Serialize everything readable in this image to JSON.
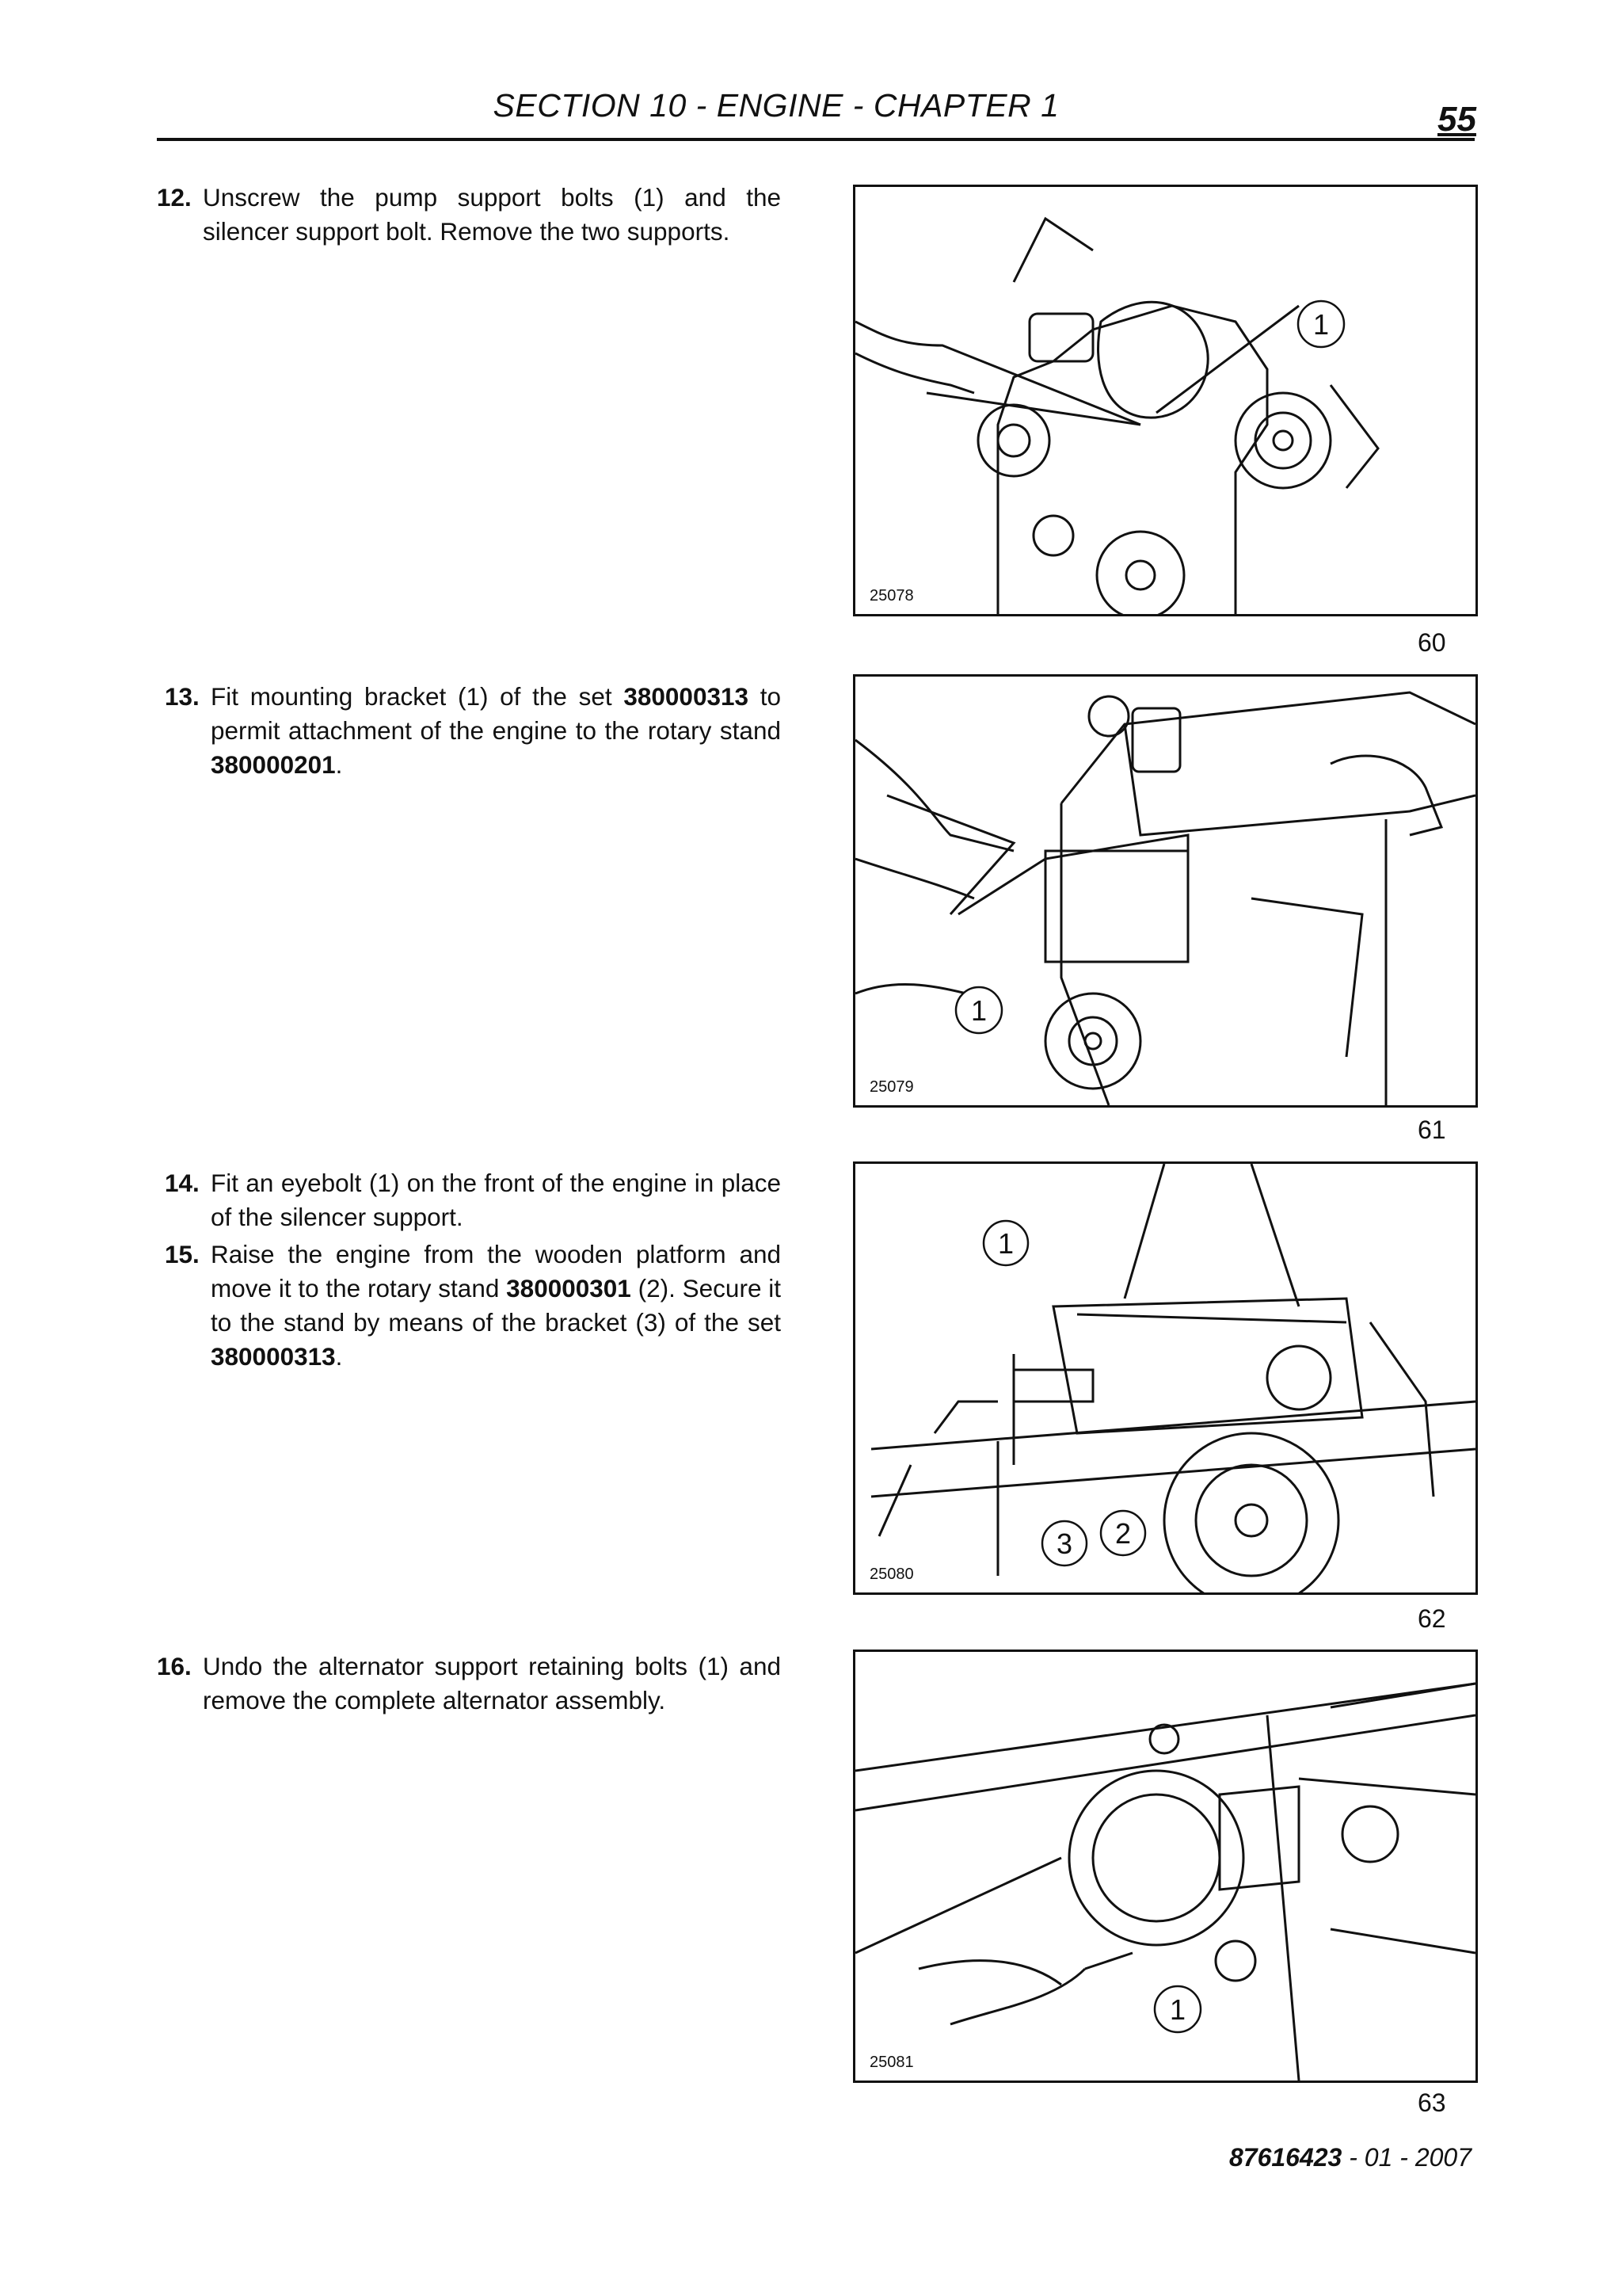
{
  "header": {
    "title": "SECTION 10 - ENGINE - CHAPTER 1",
    "page": "55"
  },
  "steps": [
    {
      "num": "12.",
      "parts": [
        "Unscrew the pump support bolts (1) and the silencer support bolt. Remove the two supports."
      ]
    },
    {
      "num": "13.",
      "parts": [
        "Fit mounting bracket (1) of the set ",
        "380000313",
        " to permit attachment of the engine to the rotary stand ",
        "380000201",
        "."
      ]
    },
    {
      "num": "14.",
      "parts": [
        "Fit an eyebolt (1) on the front of the engine in place of the silencer support."
      ]
    },
    {
      "num": "15.",
      "parts": [
        "Raise the engine from the wooden platform and move it to the rotary stand ",
        "380000301",
        " (2). Secure it to the stand by means of the bracket (3) of the set ",
        "380000313",
        "."
      ]
    },
    {
      "num": "16.",
      "parts": [
        "Undo the alternator support retaining bolts (1) and remove the complete alternator assembly."
      ]
    }
  ],
  "figures": [
    {
      "code": "25078",
      "number": "60",
      "callouts": [
        "1"
      ]
    },
    {
      "code": "25079",
      "number": "61",
      "callouts": [
        "1"
      ]
    },
    {
      "code": "25080",
      "number": "62",
      "callouts": [
        "1",
        "2",
        "3"
      ]
    },
    {
      "code": "25081",
      "number": "63",
      "callouts": [
        "1"
      ]
    }
  ],
  "footer": {
    "part_number": "87616423",
    "rest": " - 01 - 2007"
  }
}
